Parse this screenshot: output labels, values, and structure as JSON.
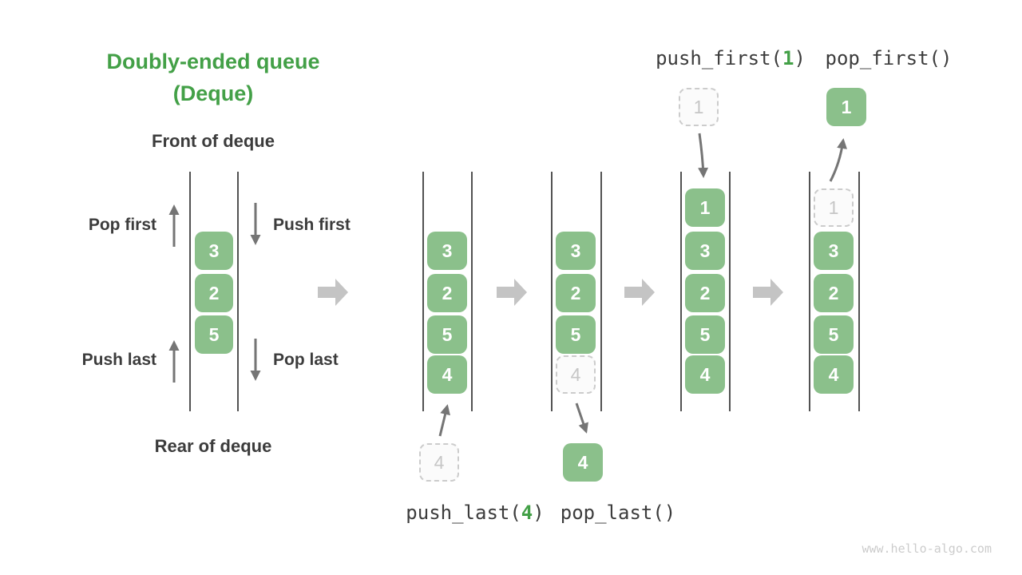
{
  "title": {
    "line1": "Doubly-ended queue",
    "line2": "(Deque)"
  },
  "labels": {
    "front": "Front of deque",
    "rear": "Rear of deque",
    "pop_first": "Pop first",
    "push_first": "Push first",
    "push_last": "Push last",
    "pop_last": "Pop last"
  },
  "op_labels": {
    "push_last": {
      "fn": "push_last(",
      "arg": "4",
      "close": ")"
    },
    "pop_last": {
      "fn": "pop_last()",
      "arg": "",
      "close": ""
    },
    "push_first": {
      "fn": "push_first(",
      "arg": "1",
      "close": ")"
    },
    "pop_first": {
      "fn": "pop_first()",
      "arg": "",
      "close": ""
    }
  },
  "queues": [
    {
      "name": "main-deque",
      "cells": [
        {
          "v": "3",
          "style": "solid"
        },
        {
          "v": "2",
          "style": "solid"
        },
        {
          "v": "5",
          "style": "solid"
        }
      ]
    },
    {
      "name": "state-push-last",
      "cells": [
        {
          "v": "3",
          "style": "solid"
        },
        {
          "v": "2",
          "style": "solid"
        },
        {
          "v": "5",
          "style": "solid"
        },
        {
          "v": "4",
          "style": "solid"
        }
      ],
      "floating": {
        "v": "4",
        "style": "ghost",
        "position": "below"
      }
    },
    {
      "name": "state-pop-last",
      "cells": [
        {
          "v": "3",
          "style": "solid"
        },
        {
          "v": "2",
          "style": "solid"
        },
        {
          "v": "5",
          "style": "solid"
        },
        {
          "v": "4",
          "style": "ghost"
        }
      ],
      "floating": {
        "v": "4",
        "style": "solid",
        "position": "below"
      }
    },
    {
      "name": "state-push-first",
      "cells": [
        {
          "v": "1",
          "style": "solid"
        },
        {
          "v": "3",
          "style": "solid"
        },
        {
          "v": "2",
          "style": "solid"
        },
        {
          "v": "5",
          "style": "solid"
        },
        {
          "v": "4",
          "style": "solid"
        }
      ],
      "floating": {
        "v": "1",
        "style": "ghost",
        "position": "above"
      }
    },
    {
      "name": "state-pop-first",
      "cells": [
        {
          "v": "1",
          "style": "ghost"
        },
        {
          "v": "3",
          "style": "solid"
        },
        {
          "v": "2",
          "style": "solid"
        },
        {
          "v": "5",
          "style": "solid"
        },
        {
          "v": "4",
          "style": "solid"
        }
      ],
      "floating": {
        "v": "1",
        "style": "solid",
        "position": "above"
      }
    }
  ],
  "watermark": "www.hello-algo.com",
  "colors": {
    "accent_green": "#43a047",
    "box_green": "#8bc08b",
    "text_dark": "#3c3c3c",
    "thin_arrow_gray": "#757575",
    "block_arrow_gray": "#c4c4c4",
    "ghost_border": "#cccccc",
    "ghost_text": "#c6c6c6",
    "rail_gray": "#525252",
    "watermark_gray": "#cccccc"
  }
}
